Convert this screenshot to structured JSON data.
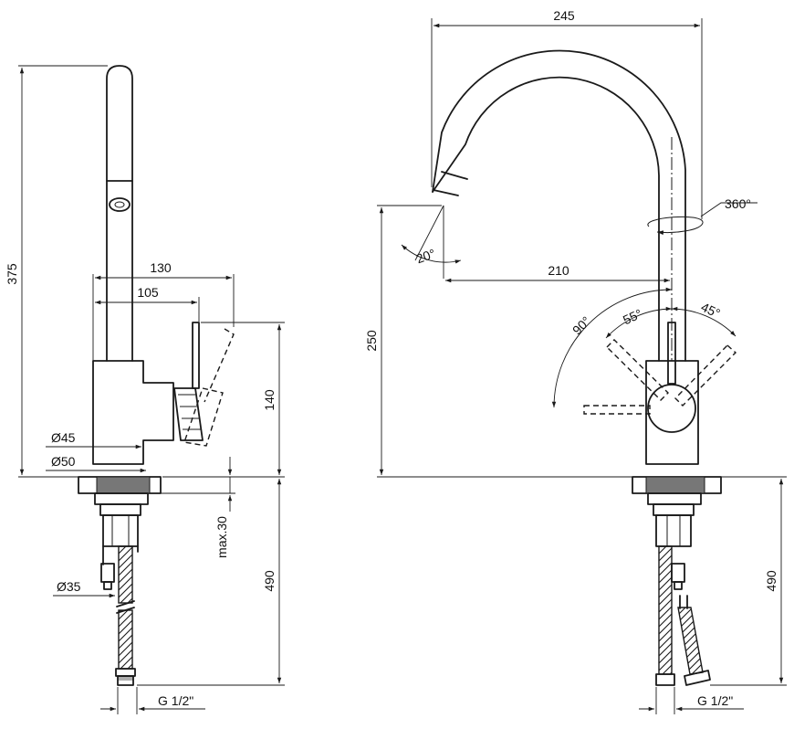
{
  "side_view": {
    "dim_height": "375",
    "dim_body_depth": "130",
    "dim_lever_reach": "105",
    "dim_lever_height": "140",
    "dim_body_dia": "Ø45",
    "dim_base_dia": "Ø50",
    "dim_max_thickness": "max.30",
    "dim_hose_length": "490",
    "dim_shank_dia": "Ø35",
    "dim_thread": "G 1/2\""
  },
  "front_view": {
    "dim_width": "245",
    "dim_rotation": "360°",
    "dim_aerator_tilt": "20°",
    "dim_reach": "210",
    "dim_spout_height": "250",
    "dim_lever_swing": "90°",
    "dim_lever_left": "55°",
    "dim_lever_right": "45°",
    "dim_hose_length": "490",
    "dim_thread": "G 1/2\""
  }
}
